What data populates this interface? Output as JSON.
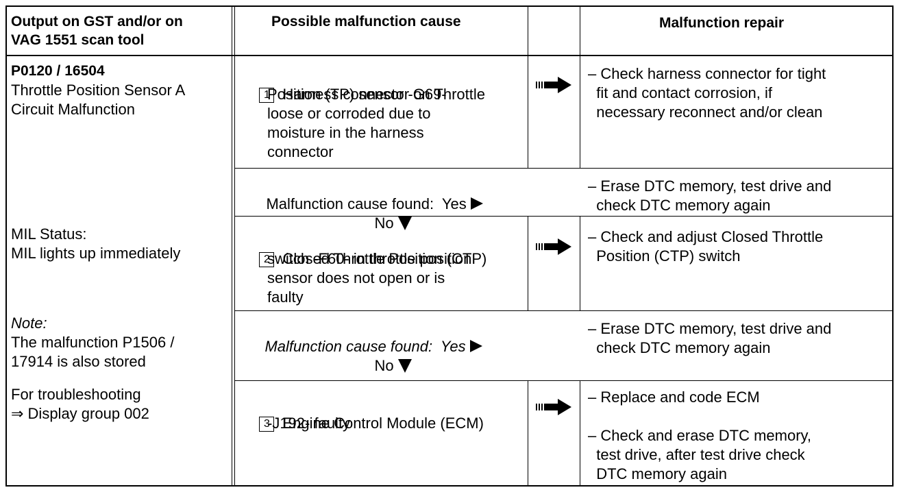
{
  "headers": {
    "col1_line1": "Output on GST and/or on",
    "col1_line2": "VAG 1551 scan tool",
    "col2": "Possible malfunction cause",
    "col4": "Malfunction repair"
  },
  "dtc": {
    "code": "P0120 / 16504",
    "desc_line1": "Throttle Position Sensor A",
    "desc_line2": "Circuit Malfunction"
  },
  "mil": {
    "label": "MIL Status:",
    "value": "MIL lights up immediately"
  },
  "note": {
    "label": "Note:",
    "line1": "The malfunction P1506 /",
    "line2": "17914 is also stored"
  },
  "troubleshooting": {
    "line1": "For troubleshooting",
    "line2": "⇒ Display group 002"
  },
  "causes": [
    {
      "number": "1",
      "lines": [
        "Harness connector on Throttle",
        "Position (TP) sensor -G69-",
        "loose or corroded due to",
        "moisture in the harness",
        "connector"
      ],
      "repair": [
        "– Check harness connector for tight",
        "  fit and contact corrosion, if",
        "  necessary reconnect and/or clean"
      ]
    },
    {
      "number": "2",
      "lines": [
        "Closed Throttle Position (CTP)",
        "switch -F60- in throttle position",
        "sensor does not open or is",
        "faulty"
      ],
      "repair": [
        "– Check and adjust Closed Throttle",
        "  Position (CTP) switch"
      ]
    },
    {
      "number": "3",
      "lines": [
        "Engine Control Module (ECM)",
        "-J192- faulty"
      ],
      "repair": [
        "– Replace and code ECM"
      ],
      "repair2": [
        "– Check and erase DTC memory,",
        "  test drive, after test drive check",
        "  DTC memory again"
      ]
    }
  ],
  "found_rows": [
    {
      "question": "Malfunction cause found:  Yes",
      "no": "No",
      "repair": [
        "– Erase DTC memory, test drive and",
        "  check DTC memory again"
      ]
    },
    {
      "question": "Malfunction cause found:  Yes",
      "no": "No",
      "repair": [
        "– Erase DTC memory, test drive and",
        "  check DTC memory again"
      ],
      "italic": true
    }
  ]
}
